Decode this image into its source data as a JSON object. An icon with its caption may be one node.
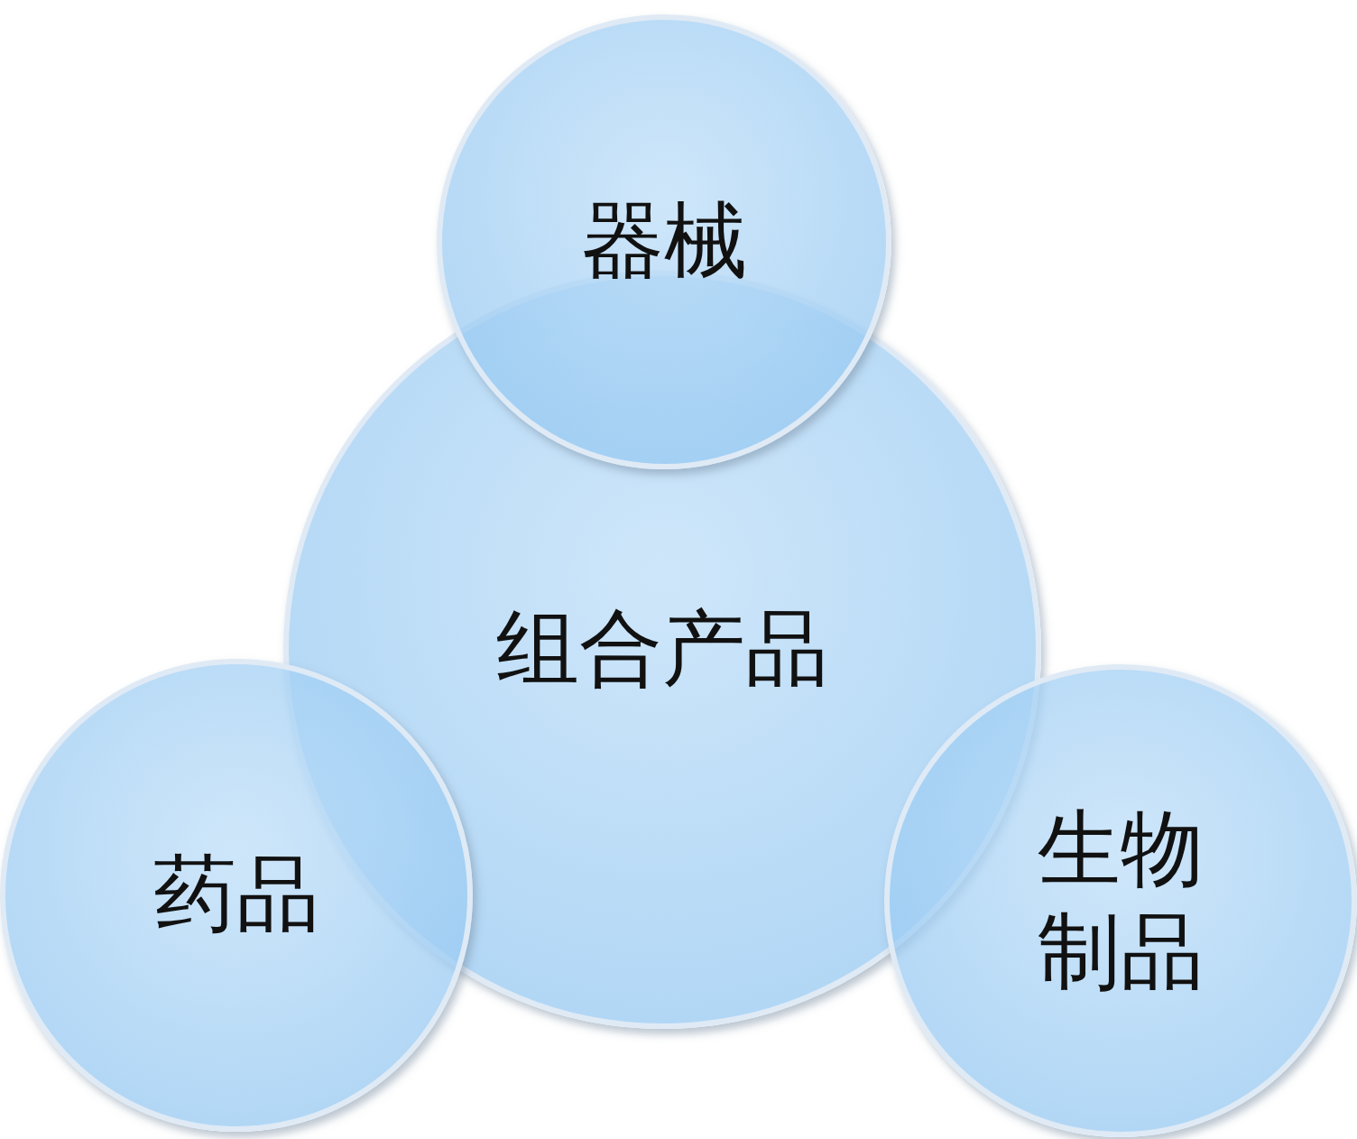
{
  "diagram": {
    "nodes": [
      {
        "text": [
          "器械"
        ]
      },
      {
        "text": [
          "组合产品"
        ]
      },
      {
        "text": [
          "药品"
        ]
      },
      {
        "text": [
          "生物制品"
        ]
      }
    ]
  }
}
